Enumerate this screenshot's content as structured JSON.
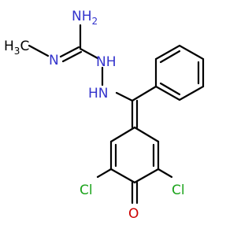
{
  "colors": {
    "background": "#ffffff",
    "bond": "#000000",
    "nitrogen": "#3333cc",
    "oxygen": "#cc0000",
    "chlorine": "#1aa31a",
    "carbon_label": "#000000"
  },
  "labels": {
    "nh2": {
      "main": "NH",
      "sub": "2"
    },
    "methyl": {
      "main": "H",
      "sub": "3",
      "tail": "C"
    },
    "n_imine": "N",
    "nh_upper": "NH",
    "hn_lower": "HN",
    "cl_left": "Cl",
    "cl_right": "Cl",
    "oxygen": "O"
  }
}
